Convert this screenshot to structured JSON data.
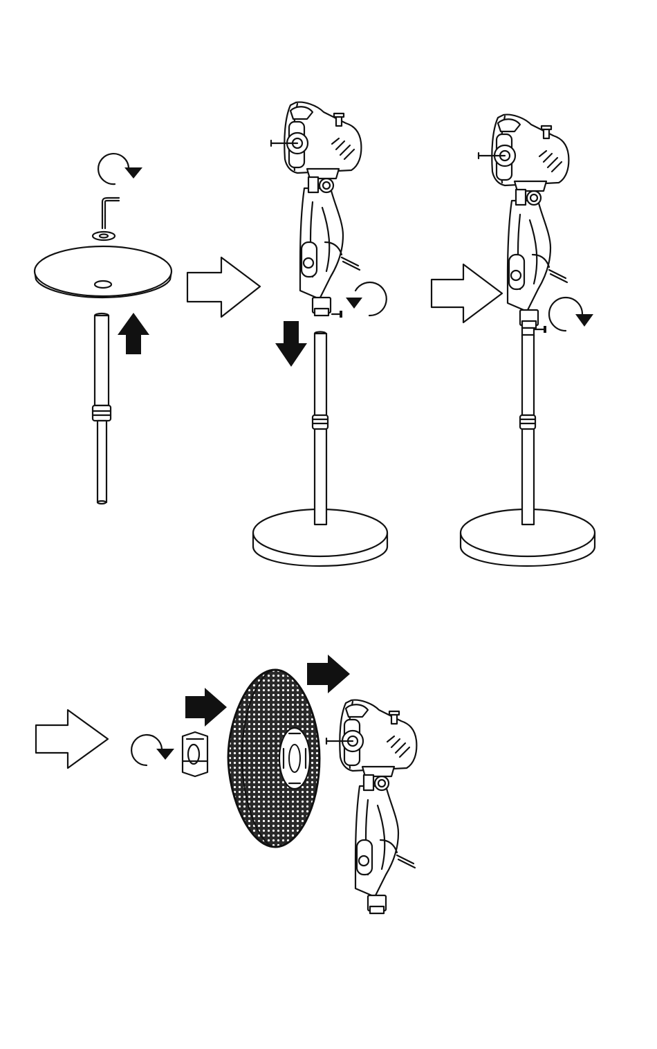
{
  "page": {
    "background": "#ffffff",
    "ink_color": "#111111"
  },
  "steps": [
    {
      "id": 1,
      "icons": [
        "allen-key-icon",
        "washer-icon",
        "base-plate",
        "pole-tube",
        "arrow-up-icon",
        "rotate-clockwise-icon"
      ]
    },
    {
      "id": 2,
      "icons": [
        "motor-head",
        "arrow-down-icon",
        "rotate-counterclockwise-icon",
        "pole-on-base"
      ]
    },
    {
      "id": 3,
      "icons": [
        "motor-head",
        "rotate-clockwise-icon",
        "pole-on-base"
      ]
    },
    {
      "id": 4,
      "icons": [
        "rear-grille",
        "grille-nut",
        "rotate-clockwise-icon",
        "arrow-right-icon",
        "motor-head"
      ]
    }
  ]
}
